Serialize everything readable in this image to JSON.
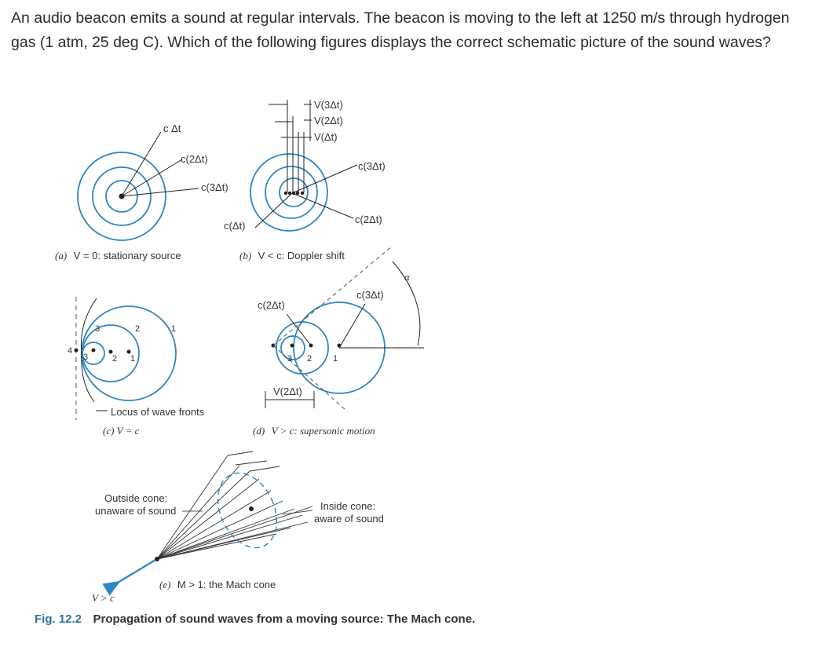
{
  "question": {
    "text": "An audio beacon emits a sound at regular intervals. The beacon is moving to the left at 1250 m/s through hydrogen gas (1 atm, 25 deg C). Which of the following figures displays the correct schematic picture of the sound waves?"
  },
  "panel_a": {
    "label_c_dt": "c Δt",
    "label_c2dt": "c(2Δt)",
    "label_c3dt": "c(3Δt)",
    "caption_letter": "(a)",
    "caption_text": "V = 0: stationary source"
  },
  "panel_b": {
    "label_v3dt": "V(3Δt)",
    "label_v2dt": "V(2Δt)",
    "label_vdt": "V(Δt)",
    "label_c3dt": "c(3Δt)",
    "label_c2dt": "c(2Δt)",
    "label_cdt": "c(Δt)",
    "caption_letter": "(b)",
    "caption_text": "V < c: Doppler shift"
  },
  "panel_c": {
    "n3a": "3",
    "n2a": "2",
    "n1a": "1",
    "n4": "4",
    "n3b": "3",
    "n2b": "2",
    "n1b": "1",
    "locus": "Locus of wave fronts",
    "caption": "(c) V = c"
  },
  "panel_d": {
    "label_c3dt": "c(3Δt)",
    "label_c2dt": "c(2Δt)",
    "label_alpha": "α",
    "n3": "3",
    "n2": "2",
    "n1": "1",
    "label_v2dt": "V(2Δt)",
    "caption_letter": "(d)",
    "caption_text": "V > c: supersonic motion"
  },
  "panel_e": {
    "outside_1": "Outside cone:",
    "outside_2": "unaware of sound",
    "inside_1": "Inside cone:",
    "inside_2": "aware of sound",
    "caption_letter": "(e)",
    "caption_text": "M > 1: the Mach cone",
    "v_label": "V > c"
  },
  "figure_caption": {
    "number": "Fig. 12.2",
    "text": "Propagation of sound waves from a moving source: The Mach cone."
  },
  "colors": {
    "diagram_blue": "#2e86c1",
    "caption_blue": "#2f6f9f",
    "ink": "#222222"
  }
}
